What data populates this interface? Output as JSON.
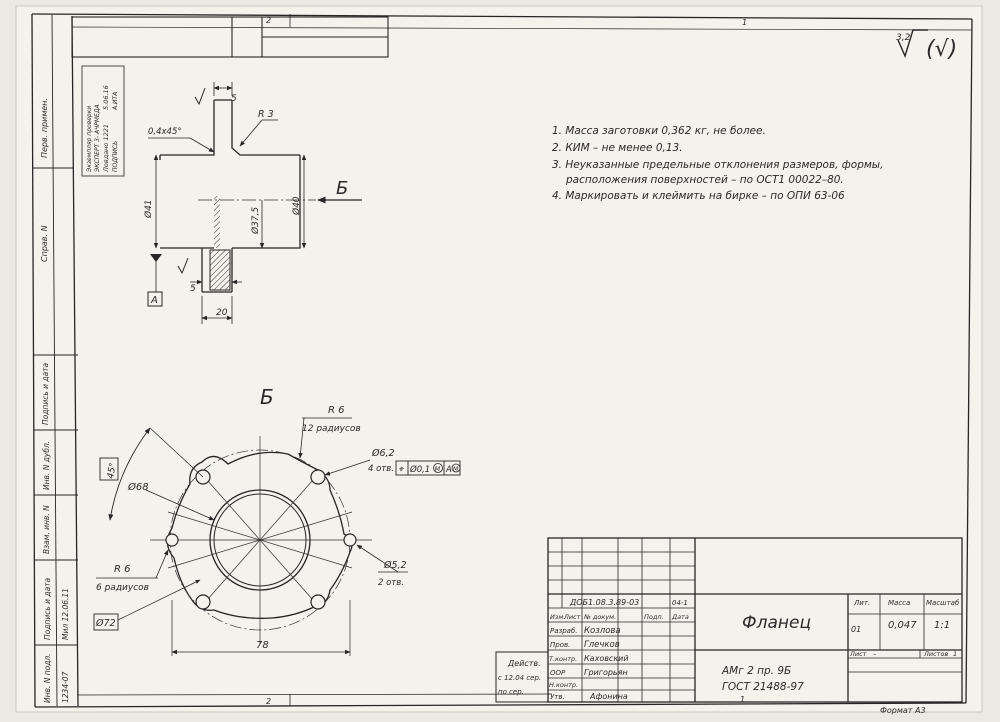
{
  "sheet": {
    "format_label": "Формат А3",
    "top_zone_left": "2",
    "top_zone_right": "1",
    "bottom_zone_left": "2",
    "bottom_zone_right": "1"
  },
  "roughness": {
    "value": "3,2",
    "paren_mark": "(√)"
  },
  "notes": [
    "1. Масса заготовки 0,362 кг, не более.",
    "2. КИМ – не менее 0,13.",
    "3. Неуказанные предельные отклонения размеров, формы,",
    "расположения поверхностей – по ОСТ1 00022–80.",
    "4. Маркировать и клеймить на бирке – по ОПИ 63-06"
  ],
  "section_view": {
    "view_arrow_label": "Б",
    "chamfer": "0,4х45°",
    "dim_top_5": "5",
    "fillet": "R 3",
    "dia_41": "Ø41",
    "dia_375": "Ø37,5",
    "dia_40": "Ø40",
    "dim_bottom_5": "5",
    "dim_20": "20",
    "datum": "А",
    "roughness_small": "√"
  },
  "plan_view": {
    "view_label": "Б",
    "r6_label": "R 6",
    "r6_note": "12 радиусов",
    "dia_62": "Ø6,2",
    "holes_4": "4 отв.",
    "fcf_position": "⌖",
    "fcf_tolerance": "Ø0,1",
    "fcf_m": "М",
    "fcf_datum": "А",
    "fcf_datum_m": "М",
    "angle_45": "45°",
    "dia_68": "Ø68",
    "r6_left": "R 6",
    "r6_left_note": "6 радиусов",
    "dia_72": "Ø72",
    "dia_52": "Ø5,2",
    "holes_2": "2 отв.",
    "dim_78": "78"
  },
  "left_strip": {
    "perv_primen": "Перв. примен.",
    "sprav_n": "Справ. N",
    "podp_data": "Подпись и дата",
    "inv_n_dubl": "Инв. N дубл.",
    "vzam_inv_n": "Взам. инв. N",
    "podp_data2": "Подпись и дата",
    "podp_data2_val": "Мил 12.06.11",
    "inv_n_podl": "Инв. N подл.",
    "inv_n_podl_val": "1234-07"
  },
  "stamp": {
    "line1": "Экземпляр проверки",
    "line2": "ЭКСПЕРТ 3- АЧРМЕДА",
    "line3": "Ловдано 1221",
    "line4": "ПОДПИСЬ",
    "line5": "5.06.16",
    "line6": "А.ИТА"
  },
  "title_block": {
    "doc_number": "ДОБ1.08.3.89-03",
    "change_date": "04-1",
    "hdr_izm": "Изм.",
    "hdr_list": "Лист",
    "hdr_ndokum": "№ докум.",
    "hdr_podp": "Подп.",
    "hdr_data": "Дата",
    "razrab_label": "Разраб.",
    "razrab_name": "Козлова",
    "prov_label": "Пров.",
    "prov_name": "Глечков",
    "tkontr_label": "Т.контр.",
    "tkontr_name": "Каховский",
    "deistv": "Действ.",
    "deistv_date": "с 12.04 сер.",
    "po_ser": "по сер.",
    "oop_label": "ООР",
    "oop_name": "Григорьян",
    "nkontr_label": "Н.контр.",
    "utv_label": "Утв.",
    "utv_name": "Афонина",
    "part_name": "Фланец",
    "material_line1": "АМг 2 пр. 9Б",
    "material_line2": "ГОСТ 21488-97",
    "lit_hdr": "Лит.",
    "lit_val": "01",
    "mass_hdr": "Масса",
    "mass_val": "0,047",
    "scale_hdr": "Масштаб",
    "scale_val": "1:1",
    "list_label": "Лист",
    "list_val": "–",
    "listov_label": "Листов",
    "listov_val": "1"
  }
}
